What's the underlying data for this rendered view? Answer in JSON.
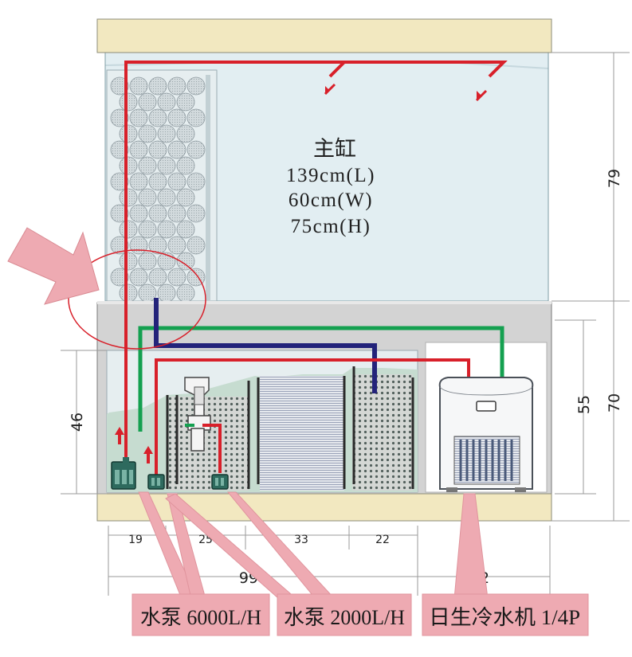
{
  "main_tank": {
    "title": "主缸",
    "length": "139cm(L)",
    "width": "60cm(W)",
    "height": "75cm(H)"
  },
  "dimensions": {
    "right_tank": "79",
    "right_cabinet": "70",
    "right_sump": "55",
    "left_sump": "46",
    "bottom_19": "19",
    "bottom_25": "25",
    "bottom_33": "33",
    "bottom_22": "22",
    "bottom_99": "99",
    "bottom_42": "42"
  },
  "callouts": {
    "pump_main": "水泵 6000L/H",
    "pump_small": "水泵 2000L/H",
    "chiller": "日生冷水机 1/4P"
  },
  "colors": {
    "wood": "#f2e8c0",
    "glass": "#e2eef2",
    "water": "#c6dcd0",
    "red_pipe": "#d8202a",
    "green_pipe": "#14a050",
    "blue_pipe": "#23237a",
    "callout": "#eeaab2"
  }
}
